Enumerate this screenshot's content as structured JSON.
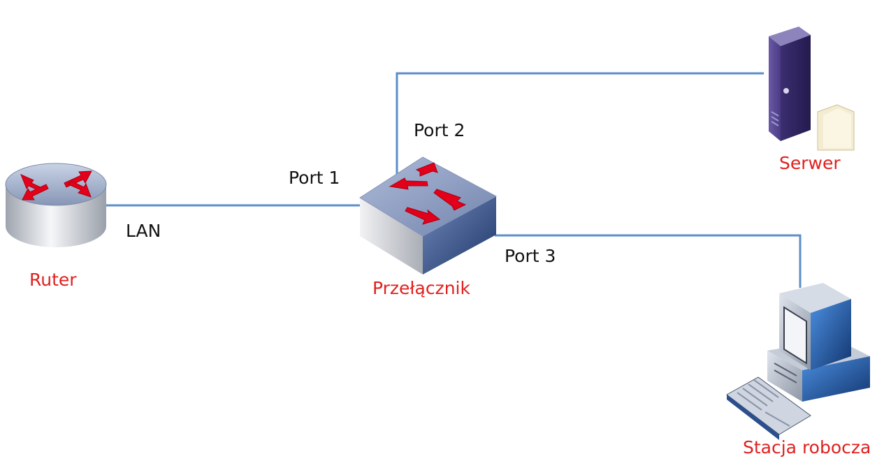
{
  "colors": {
    "link": "#5b8ec9",
    "device_label": "#e0201e",
    "port_label": "#111111"
  },
  "devices": {
    "router": {
      "label": "Ruter",
      "icon": "router-icon"
    },
    "switch": {
      "label": "Przełącznik",
      "icon": "switch-icon"
    },
    "server": {
      "label": "Serwer",
      "icon": "server-icon"
    },
    "workstation": {
      "label": "Stacja robocza",
      "icon": "workstation-icon"
    }
  },
  "links": {
    "lan": "LAN",
    "port1": "Port 1",
    "port2": "Port 2",
    "port3": "Port 3"
  }
}
